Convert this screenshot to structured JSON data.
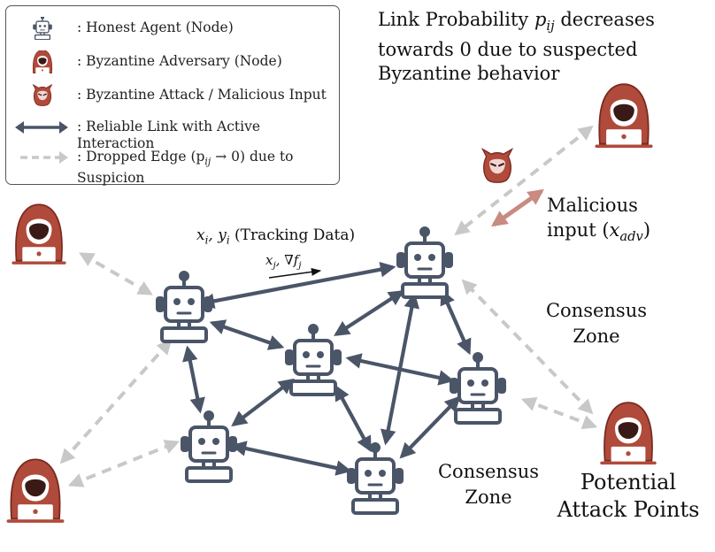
{
  "legend": {
    "items": [
      {
        "label": ": Honest Agent (Node)"
      },
      {
        "label": ": Byzantine Adversary (Node)"
      },
      {
        "label": ": Byzantine Attack / Malicious Input"
      },
      {
        "label": ": Reliable Link with Active Interaction"
      },
      {
        "label": ": Dropped Edge (p",
        "sub": "ij",
        "tail": " → 0) due to",
        "line2": "Suspicion"
      }
    ]
  },
  "annotations": {
    "link_probability_a": "Link Probability ",
    "link_probability_var": "p",
    "link_probability_sub": "ij",
    "link_probability_b": " decreases",
    "link_probability_line2": "towards 0 due to suspected",
    "link_probability_line3": "Byzantine behavior",
    "malicious_line1": "Malicious",
    "malicious_line2_a": "input (",
    "malicious_line2_var": "x",
    "malicious_line2_sub": "adv",
    "malicious_line2_b": ")",
    "consensus_zone_1a": "Consensus",
    "consensus_zone_1b": "Zone",
    "consensus_zone_2a": "Consensus",
    "consensus_zone_2b": "Zone",
    "potential_line1": "Potential",
    "potential_line2": "Attack Points",
    "tracking_vars": "x",
    "tracking_vars_i": "i",
    "tracking_comma": ", y",
    "tracking_vars_i2": "i",
    "tracking_text": " (Tracking Data)",
    "exchange_x": "x",
    "exchange_j": "j",
    "exchange_grad": ", ∇f",
    "exchange_j2": "j"
  },
  "colors": {
    "agent": "#4a5568",
    "adversary": "#b04a3a",
    "reliable_edge": "#4a5568",
    "dropped_edge": "#c8c8c8",
    "malicious_arrow": "#c98a82"
  },
  "icons": {
    "agent": "robot-icon",
    "adversary": "hooded-hacker-icon",
    "attack": "devil-mask-icon"
  }
}
